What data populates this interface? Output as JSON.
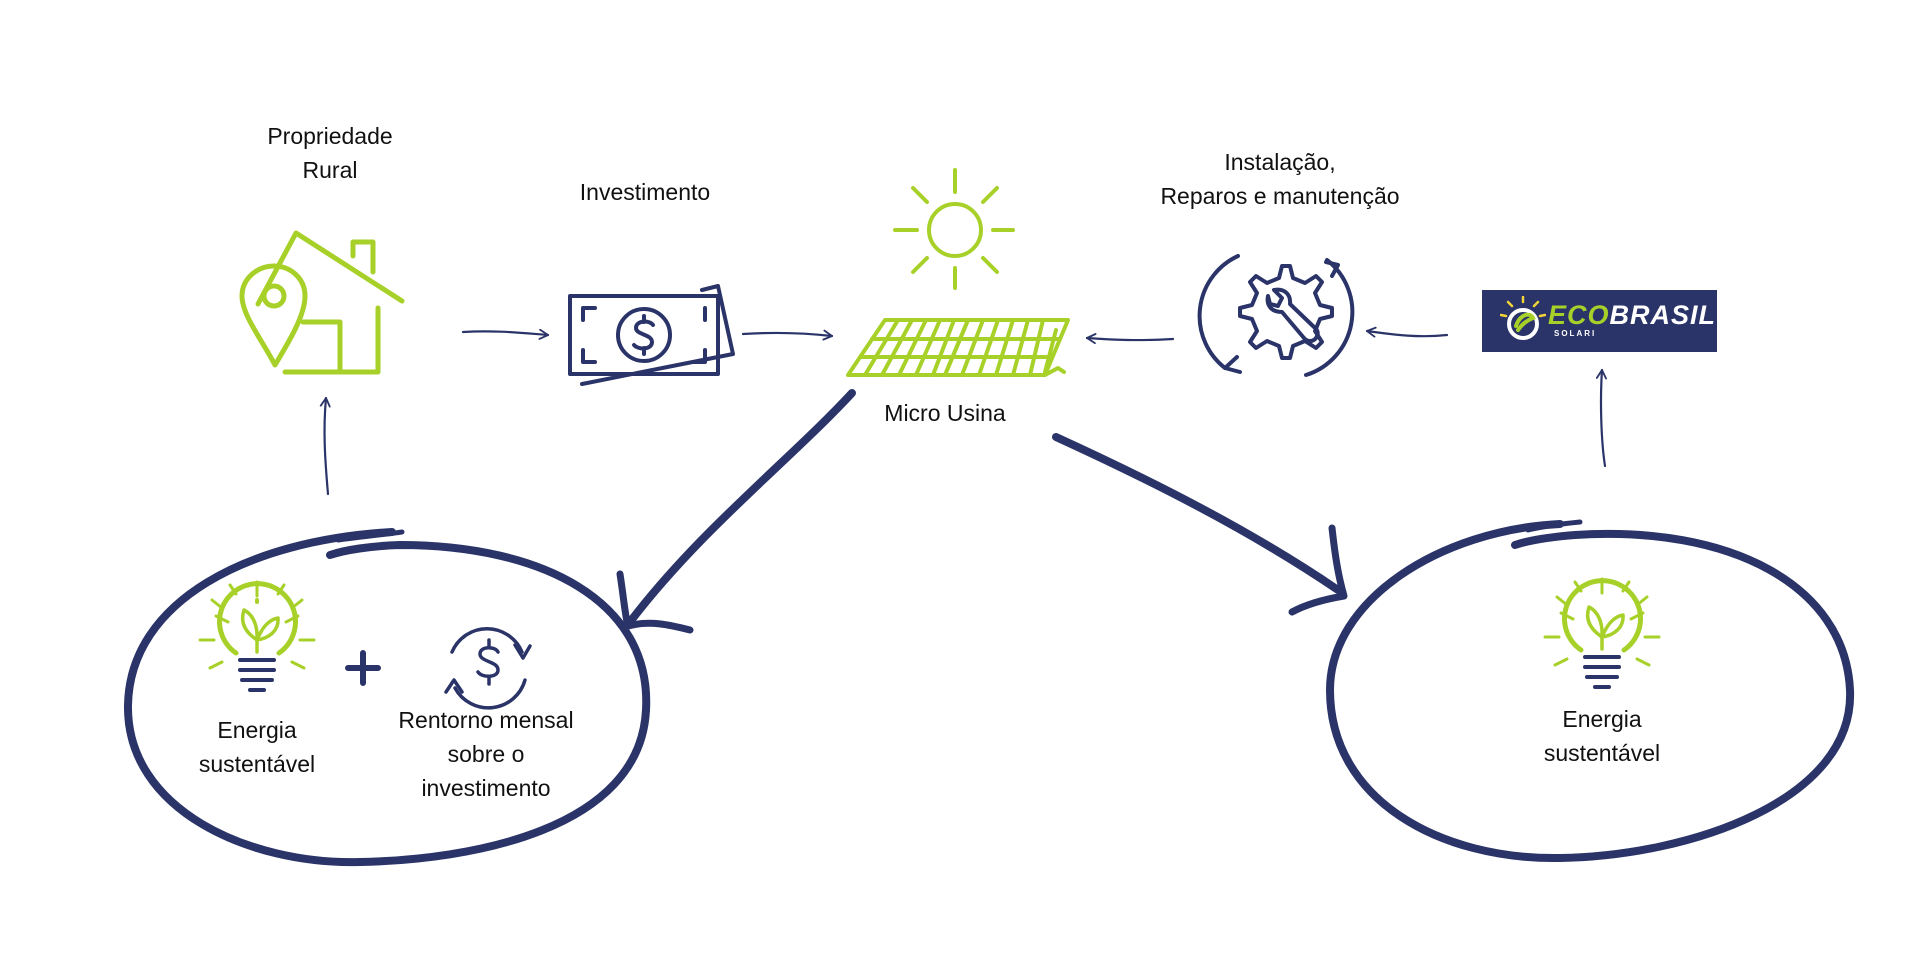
{
  "nodes": {
    "propriedade": {
      "line1": "Propriedade",
      "line2": "Rural",
      "icon": "house-location-icon"
    },
    "investimento": {
      "label": "Investimento",
      "icon": "money-bill-icon"
    },
    "micro_usina": {
      "label": "Micro Usina",
      "icon": "solar-panel-icon",
      "sun_icon": "sun-icon"
    },
    "instalacao": {
      "line1": "Instalação,",
      "line2": "Reparos e manutenção",
      "icon": "gear-wrench-icon"
    },
    "logo": {
      "eco": "ECO",
      "brasil": "BRASIL",
      "sub": "SOLARI"
    }
  },
  "outcomes": {
    "left": {
      "energia_line1": "Energia",
      "energia_line2": "sustentável",
      "plus": "+",
      "retorno_line1": "Rentorno mensal",
      "retorno_line2": "sobre o",
      "retorno_line3": "investimento",
      "icons": [
        "lightbulb-leaf-icon",
        "dollar-cycle-icon"
      ]
    },
    "right": {
      "energia_line1": "Energia",
      "energia_line2": "sustentável",
      "icons": [
        "lightbulb-leaf-icon"
      ]
    }
  },
  "colors": {
    "navy": "#2b3468",
    "green": "#a7d129",
    "text": "#111111"
  }
}
